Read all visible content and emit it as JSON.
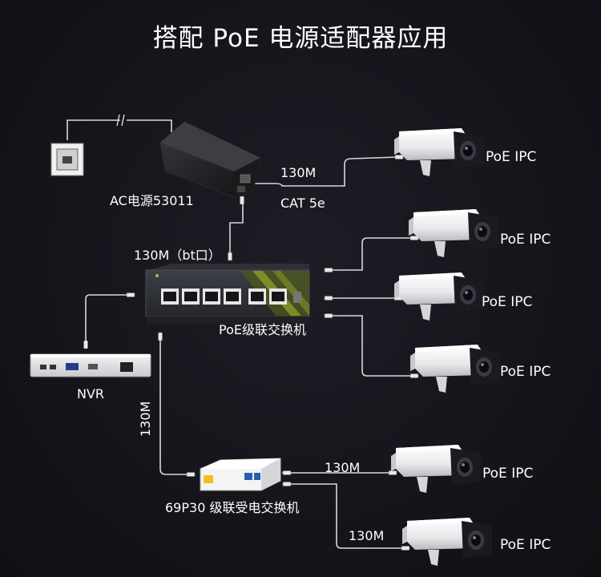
{
  "title": "搭配 PoE 电源适配器应用",
  "labels": {
    "ac_power": "AC电源53011",
    "length_130m": "130M",
    "cable_type": "CAT 5e",
    "length_bt_port": "130M（bt口）",
    "poe_switch": "PoE级联交换机",
    "nvr": "NVR",
    "receiver_switch": "69P30 级联受电交换机",
    "camera": "PoE IPC"
  },
  "colors": {
    "background": "#15151c",
    "text": "#ffffff",
    "cable": "#d8d8dc",
    "switch_accent": "#b5cc2a"
  },
  "icons": [
    "wall-socket",
    "poe-adapter",
    "poe-switch",
    "nvr-recorder",
    "poe-receiver",
    "ip-camera"
  ]
}
